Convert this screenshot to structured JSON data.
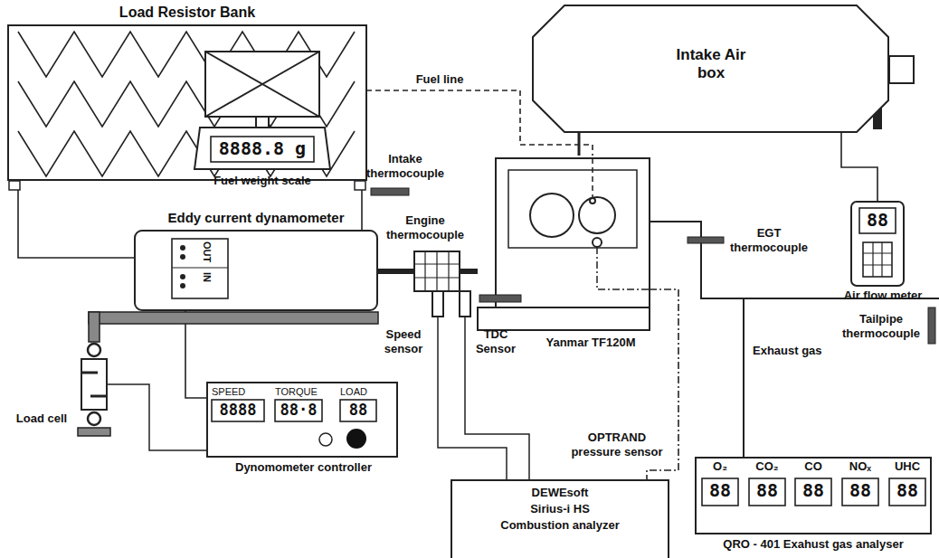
{
  "diagram": {
    "nodes": [
      {
        "text": [
          "Load Resistor Bank"
        ]
      },
      {
        "text": [
          "8888.8 g",
          "Fuel weight scale"
        ]
      },
      {
        "text": [
          "Intake Air box"
        ]
      },
      {
        "text": [
          "88",
          "Air flow meter"
        ]
      },
      {
        "text": [
          "Eddy current dynamometer",
          "OUT",
          "IN"
        ]
      },
      {
        "text": [
          "SPEED",
          "TORQUE",
          "LOAD",
          "8888",
          "88·8",
          "88",
          "Dynomometer controller"
        ]
      },
      {
        "text": [
          "Yanmar TF120M"
        ]
      },
      {
        "text": [
          "DEWEsoft",
          "Sirius-i HS",
          "Combustion analyzer"
        ]
      },
      {
        "text": [
          "O₂",
          "CO₂",
          "CO",
          "NOₓ",
          "UHC",
          "88",
          "88",
          "88",
          "88",
          "88",
          "QRO - 401 Exahust gas analyser"
        ]
      }
    ],
    "edges": [
      {
        "from": 0,
        "to": 4,
        "arrow": "none"
      },
      {
        "from": 0,
        "to": 4,
        "arrow": "none"
      },
      {
        "from": 1,
        "to": 6,
        "label": "Fuel line",
        "arrow": "none"
      },
      {
        "from": 2,
        "to": 6,
        "arrow": "none"
      },
      {
        "from": 3,
        "to": 2,
        "arrow": "none"
      },
      {
        "from": 5,
        "to": 4,
        "arrow": "none"
      },
      {
        "from": 4,
        "to": 6,
        "arrow": "none"
      },
      {
        "from": 6,
        "to": 8,
        "arrow": "none"
      },
      {
        "from": 6,
        "to": 7,
        "arrow": "none"
      }
    ],
    "labels": [
      "Intake thermocouple",
      "Engine thermocouple",
      "EGT thermocouple",
      "Speed sensor",
      "TDC Sensor",
      "Tailpipe thermocouple",
      "Exhaust gas",
      "OPTRAND pressure sensor",
      "Load cell"
    ]
  }
}
